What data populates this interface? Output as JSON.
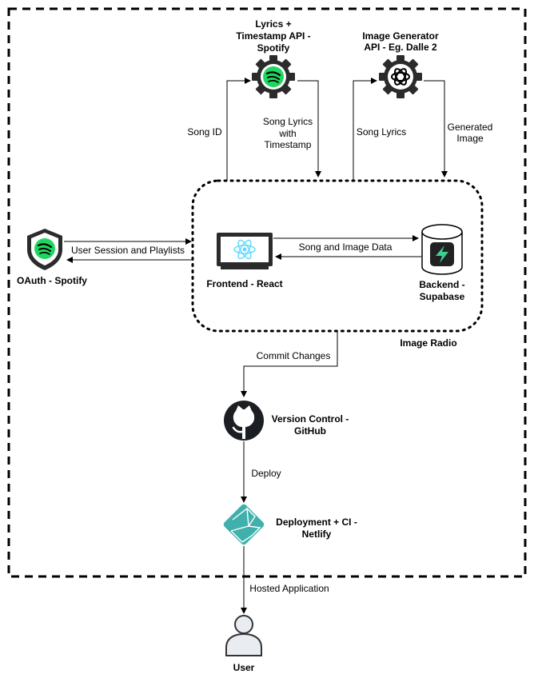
{
  "nodes": {
    "lyrics_api": {
      "title_lines": [
        "Lyrics +",
        "Timestamp API -",
        "Spotify"
      ]
    },
    "image_api": {
      "title_lines": [
        "Image Generator",
        "API - Eg. Dalle 2"
      ]
    },
    "oauth": {
      "title": "OAuth - Spotify"
    },
    "frontend": {
      "title": "Frontend - React"
    },
    "backend": {
      "title_lines": [
        "Backend -",
        "Supabase"
      ]
    },
    "group": {
      "title": "Image Radio"
    },
    "github": {
      "title_lines": [
        "Version Control -",
        "GitHub"
      ]
    },
    "netlify": {
      "title_lines": [
        "Deployment + CI -",
        "Netlify"
      ]
    },
    "user": {
      "title": "User"
    }
  },
  "edges": {
    "song_id": "Song ID",
    "song_lyrics_ts": [
      "Song Lyrics",
      "with",
      "Timestamp"
    ],
    "song_lyrics": "Song Lyrics",
    "generated_image": [
      "Generated",
      "Image"
    ],
    "session": "User Session and Playlists",
    "song_image_data": "Song and Image Data",
    "commit": "Commit Changes",
    "deploy": "Deploy",
    "hosted": "Hosted Application"
  },
  "colors": {
    "spotify_green": "#1ed760",
    "react_cyan": "#61dafb",
    "supabase_green": "#3ecf8e",
    "netlify_teal": "#3fb0ac",
    "icon_dark": "#2b2b2b",
    "user_fill": "#e9edf2"
  }
}
